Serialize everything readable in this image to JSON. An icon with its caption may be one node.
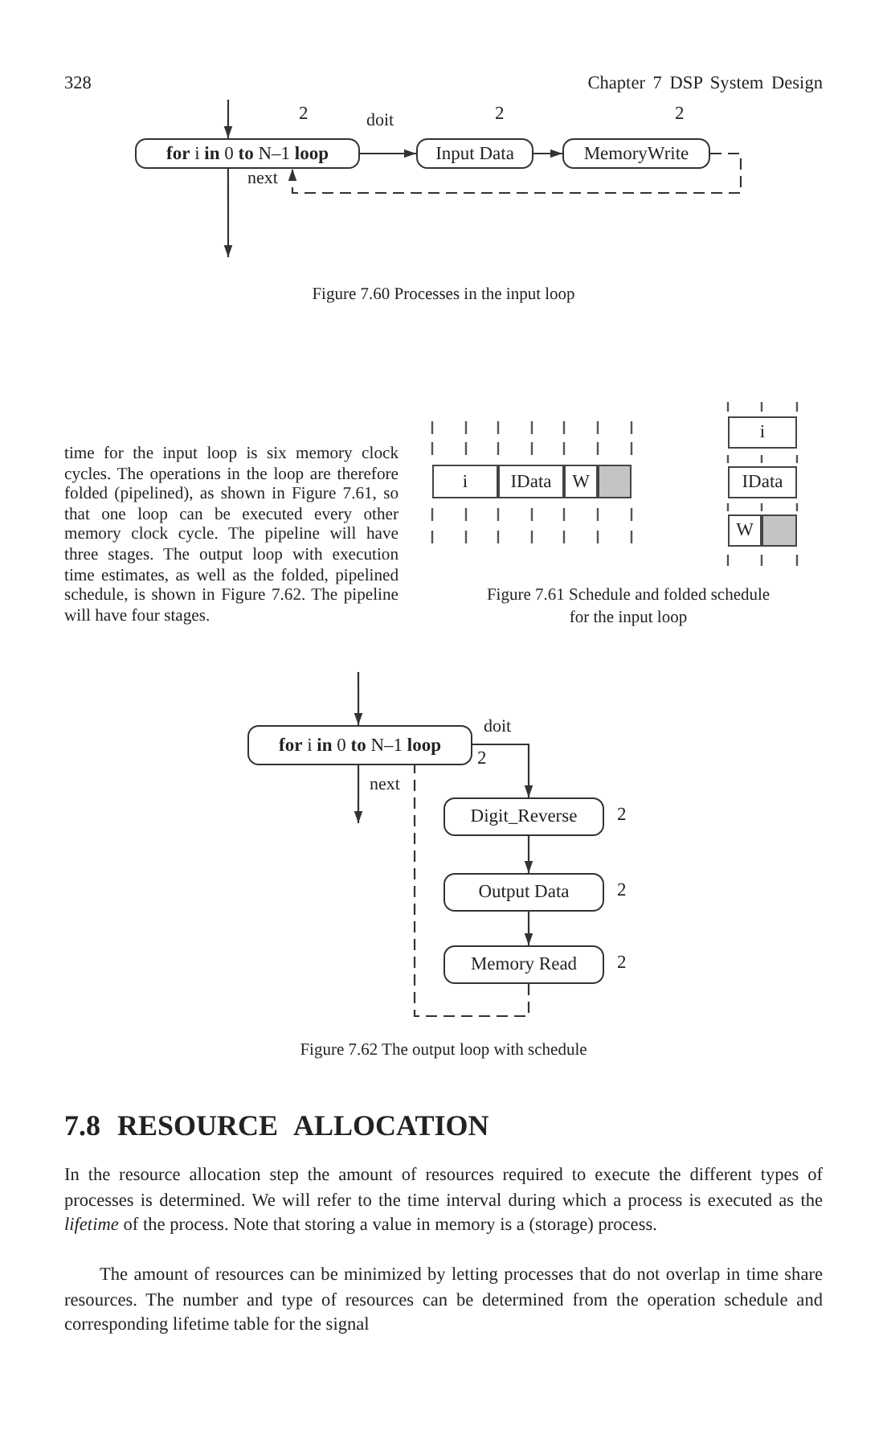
{
  "diagram": {
    "nodes": [
      {
        "text": [
          "**for** i **in** 0 **to** N–1 **loop**"
        ],
        "beside": [
          "2"
        ]
      },
      {
        "text": [
          "Input Data"
        ],
        "beside": [
          "2"
        ]
      },
      {
        "text": [
          "MemoryWrite"
        ],
        "beside": [
          "2"
        ]
      },
      {
        "text": [
          "i"
        ]
      },
      {
        "text": [
          "IData"
        ]
      },
      {
        "text": [
          "W"
        ]
      },
      {
        "text": [],
        "shape": "box"
      },
      {
        "text": [
          "i"
        ]
      },
      {
        "text": [
          "IData"
        ]
      },
      {
        "text": [
          "W"
        ]
      },
      {
        "text": [],
        "shape": "box"
      },
      {
        "text": [
          "**for** i **in** 0 **to** N–1 **loop**"
        ],
        "beside": [
          "2"
        ]
      },
      {
        "text": [
          "Digit_Reverse"
        ],
        "beside": [
          "2"
        ]
      },
      {
        "text": [
          "Output Data"
        ],
        "beside": [
          "2"
        ]
      },
      {
        "text": [
          "Memory Read"
        ],
        "beside": [
          "2"
        ]
      }
    ],
    "edges": [
      {
        "from": null,
        "to": 0,
        "arrow": "to"
      },
      {
        "from": 0,
        "to": 1,
        "arrow": "to",
        "label": "doit"
      },
      {
        "from": 1,
        "to": 2,
        "arrow": "to"
      },
      {
        "from": 2,
        "to": 0,
        "arrow": "to",
        "style": "dashed",
        "label": "next"
      },
      {
        "from": 0,
        "to": null,
        "arrow": "to"
      },
      {
        "from": null,
        "to": 11,
        "arrow": "to"
      },
      {
        "from": 11,
        "to": 12,
        "arrow": "to",
        "label": "doit"
      },
      {
        "from": 12,
        "to": 13,
        "arrow": "to"
      },
      {
        "from": 13,
        "to": 14,
        "arrow": "to"
      },
      {
        "from": 14,
        "to": 11,
        "arrow": "none",
        "style": "dashed",
        "label": "next"
      },
      {
        "from": 11,
        "to": null,
        "arrow": "to"
      }
    ],
    "labels": [
      "328",
      "Chapter 7 DSP System Design",
      "Figure 7.60 Processes in the input loop",
      "time for the input loop is six memory clock cycles. The operations in the loop are therefore folded (pipelined), as shown in Figure 7.61, so that one loop can be executed every other memory clock cycle. The pipeline will have three stages. The output loop with execution time estimates, as well as the folded, pipelined schedule, is shown in Figure 7.62. The pipeline will have four stages.",
      "Figure 7.61 Schedule and folded schedule for the input loop",
      "Figure 7.62 The output loop with schedule",
      "7.8 RESOURCE ALLOCATION",
      "In the resource allocation step the amount of resources required to execute the different types of processes is determined. We will refer to the time interval during which a process is executed as the *lifetime* of the process. Note that storing a value in memory is a (storage) process.",
      "The amount of resources can be minimized by letting processes that do not overlap in time share resources. The number and type of resources can be determined from the operation schedule and corresponding lifetime table for the signal"
    ]
  }
}
